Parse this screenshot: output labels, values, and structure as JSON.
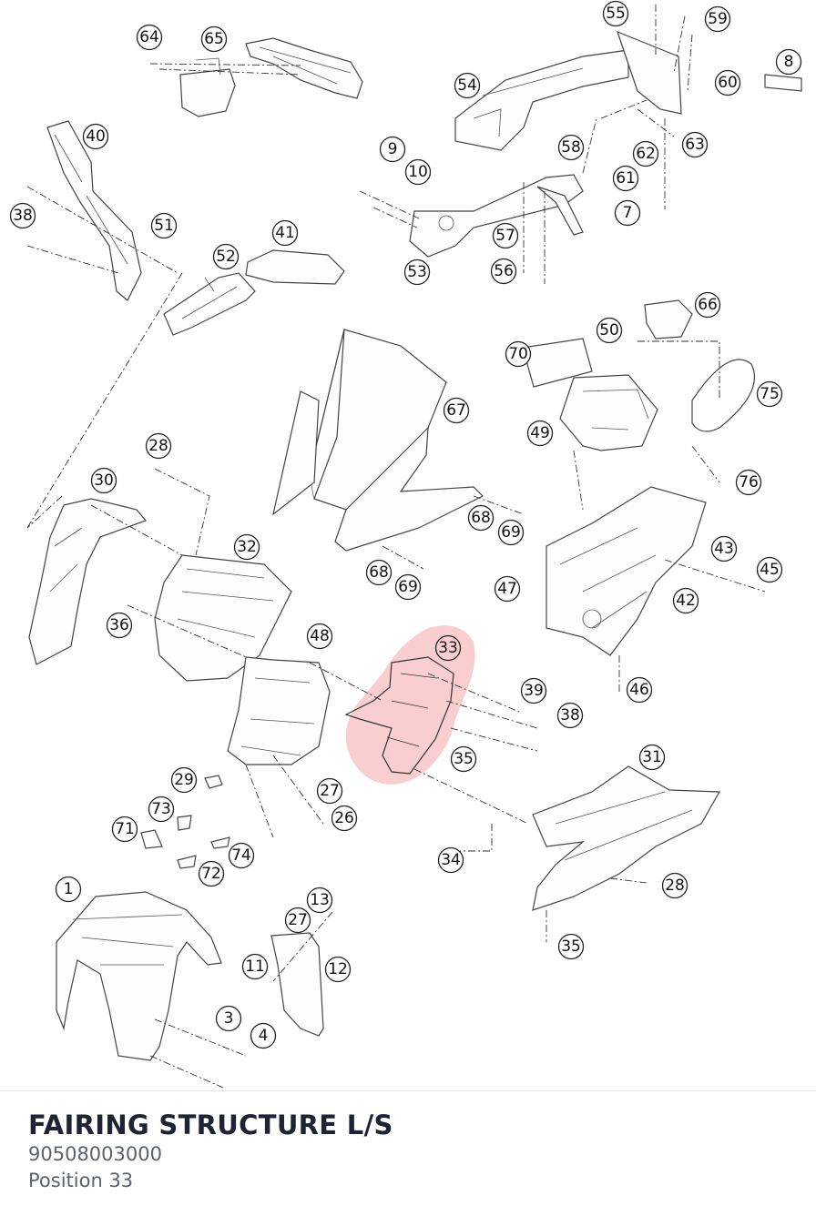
{
  "part_name": "FAIRING STRUCTURE L/S",
  "part_number": "90508003000",
  "position_label": "Position 33",
  "highlight_color": "#f08a8a",
  "callouts": [
    {
      "label": "55"
    },
    {
      "label": "59"
    },
    {
      "label": "64"
    },
    {
      "label": "65"
    },
    {
      "label": "8"
    },
    {
      "label": "54"
    },
    {
      "label": "60"
    },
    {
      "label": "63"
    },
    {
      "label": "62"
    },
    {
      "label": "61"
    },
    {
      "label": "7"
    },
    {
      "label": "9"
    },
    {
      "label": "10"
    },
    {
      "label": "58"
    },
    {
      "label": "57"
    },
    {
      "label": "56"
    },
    {
      "label": "53"
    },
    {
      "label": "40"
    },
    {
      "label": "38"
    },
    {
      "label": "51"
    },
    {
      "label": "41"
    },
    {
      "label": "52"
    },
    {
      "label": "66"
    },
    {
      "label": "50"
    },
    {
      "label": "70"
    },
    {
      "label": "75"
    },
    {
      "label": "67"
    },
    {
      "label": "49"
    },
    {
      "label": "76"
    },
    {
      "label": "28"
    },
    {
      "label": "30"
    },
    {
      "label": "68"
    },
    {
      "label": "69"
    },
    {
      "label": "43"
    },
    {
      "label": "45"
    },
    {
      "label": "32"
    },
    {
      "label": "68"
    },
    {
      "label": "69"
    },
    {
      "label": "47"
    },
    {
      "label": "42"
    },
    {
      "label": "36"
    },
    {
      "label": "48"
    },
    {
      "label": "33"
    },
    {
      "label": "46"
    },
    {
      "label": "39"
    },
    {
      "label": "38"
    },
    {
      "label": "35"
    },
    {
      "label": "31"
    },
    {
      "label": "29"
    },
    {
      "label": "27"
    },
    {
      "label": "26"
    },
    {
      "label": "73"
    },
    {
      "label": "71"
    },
    {
      "label": "74"
    },
    {
      "label": "72"
    },
    {
      "label": "34"
    },
    {
      "label": "28"
    },
    {
      "label": "1"
    },
    {
      "label": "13"
    },
    {
      "label": "27"
    },
    {
      "label": "11"
    },
    {
      "label": "12"
    },
    {
      "label": "35"
    },
    {
      "label": "3"
    },
    {
      "label": "4"
    }
  ]
}
